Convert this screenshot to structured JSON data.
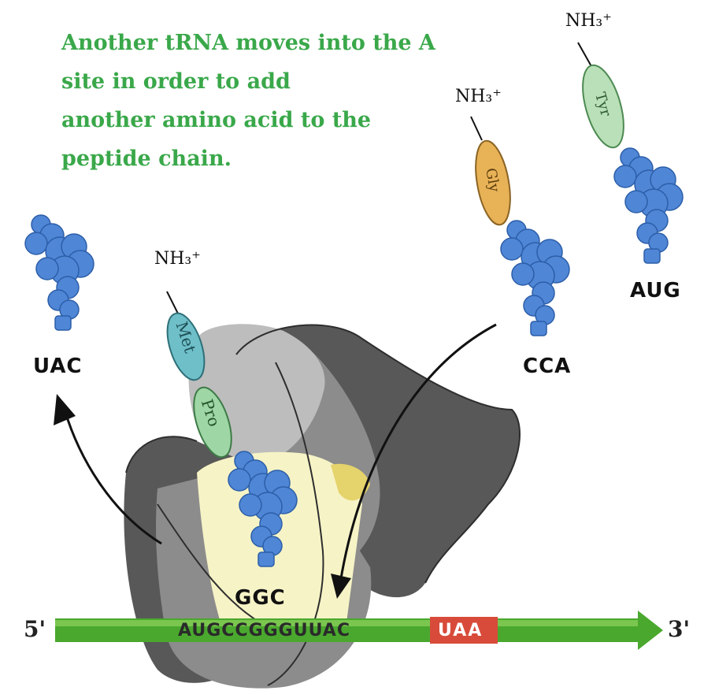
{
  "caption": {
    "line1": "Another tRNA moves into the A",
    "line2": "site in order to add",
    "line3": "another amino acid to the",
    "line4": "peptide chain."
  },
  "trnas": {
    "left": {
      "anticodon": "UAC"
    },
    "middle": {
      "anticodon": "GGC",
      "nh": "NH₃⁺",
      "aa1": "Met",
      "aa2": "Pro"
    },
    "incoming": {
      "anticodon": "CCA",
      "nh": "NH₃⁺",
      "aa": "Gly"
    },
    "far_right": {
      "anticodon": "AUG",
      "nh": "NH₃⁺",
      "aa": "Tyr"
    }
  },
  "mrna": {
    "five_prime": "5'",
    "three_prime": "3'",
    "codons": "AUGCCGGGUUAC",
    "stop_codon": "UAA"
  },
  "colors": {
    "caption": "#3aa84a",
    "trna_blue": "#4f86d6",
    "mrna_green": "#4aa82e",
    "stop_red": "#d84b3a",
    "ribosome_dark": "#585858",
    "ribosome_mid": "#8c8c8c",
    "ribosome_light": "#bdbdbd",
    "site_yellow": "#f6f3c6",
    "aa_teal": "#6fbfc9",
    "aa_green": "#9fd6a6",
    "aa_orange": "#e8b257",
    "aa_pale": "#b9e0b8"
  }
}
